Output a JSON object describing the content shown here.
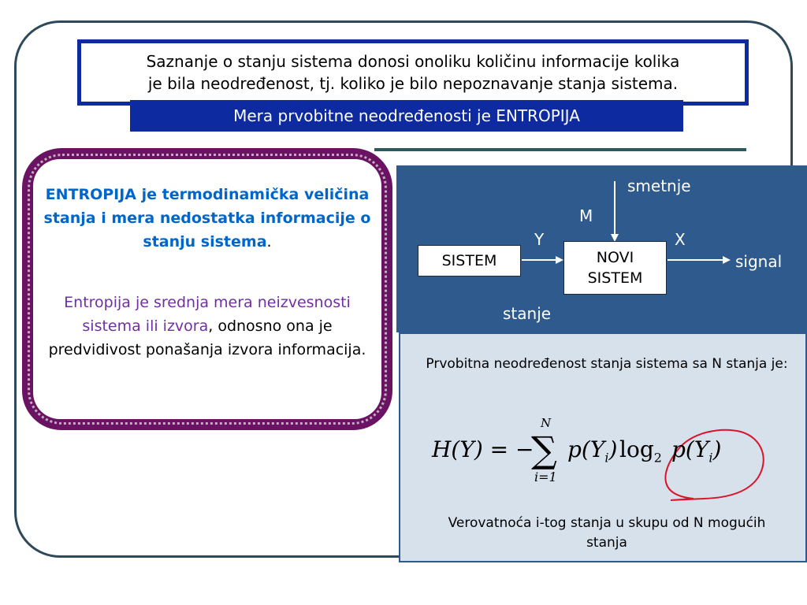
{
  "header": {
    "line1": "Saznanje o stanju sistema donosi onoliku količinu informacije kolika",
    "line2": "je bila neodređenost, tj. koliko je bilo nepoznavanje stanja sistema.",
    "subtitle": "Mera prvobitne neodređenosti je ENTROPIJA"
  },
  "left": {
    "definition": "ENTROPIJA je termodinamička veličina stanja i mera nedostatka informacije o stanju sistema",
    "definition_end": ".",
    "desc_purple": "Entropija je srednja mera neizvesnosti sistema ili izvora",
    "desc_rest": ", odnosno ona je predvidivost ponašanja izvora informacija."
  },
  "diagram": {
    "sistem": "SISTEM",
    "novi_line1": "NOVI",
    "novi_line2": "SISTEM",
    "smetnje": "smetnje",
    "m": "M",
    "y": "Y",
    "x": "X",
    "signal": "signal",
    "stanje": "stanje"
  },
  "bottom": {
    "intro": "Prvobitna neodređenost stanja sistema sa N stanja je:",
    "formula": {
      "lhs": "H(Y) = −",
      "sum_top": "N",
      "sum_bottom": "i=1",
      "term1": "p(Y",
      "sub1": "i",
      "close1": ")",
      "log": "log",
      "log_base": "2",
      "term2": "p(Y",
      "sub2": "i",
      "close2": ")"
    },
    "caption": "Verovatnoća i-tog stanja u skupu od N mogućih stanja"
  }
}
